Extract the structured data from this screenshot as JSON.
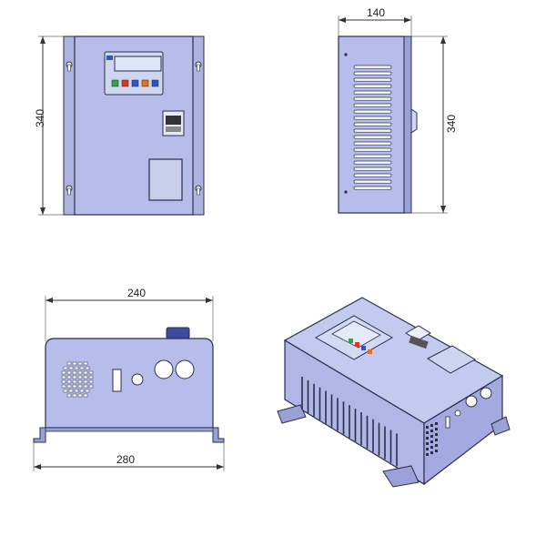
{
  "dimensions": {
    "front_height": "340",
    "side_depth": "140",
    "side_height": "340",
    "bottom_width": "240",
    "bottom_flange_width": "280"
  },
  "colors": {
    "body": "#b7bdea",
    "body_dark": "#9aa1d6",
    "edge": "#2a2e4a",
    "panel": "#cfd6f0",
    "lcd": "#dfe4f7",
    "button_green": "#2ea44f",
    "button_red": "#d23a2a",
    "button_blue": "#2a56c9",
    "button_orange": "#e0702a"
  },
  "icons": [
    "mounting-slot-icon",
    "lcd-screen-icon",
    "button-icon",
    "vent-slot-icon",
    "fan-grille-icon"
  ]
}
